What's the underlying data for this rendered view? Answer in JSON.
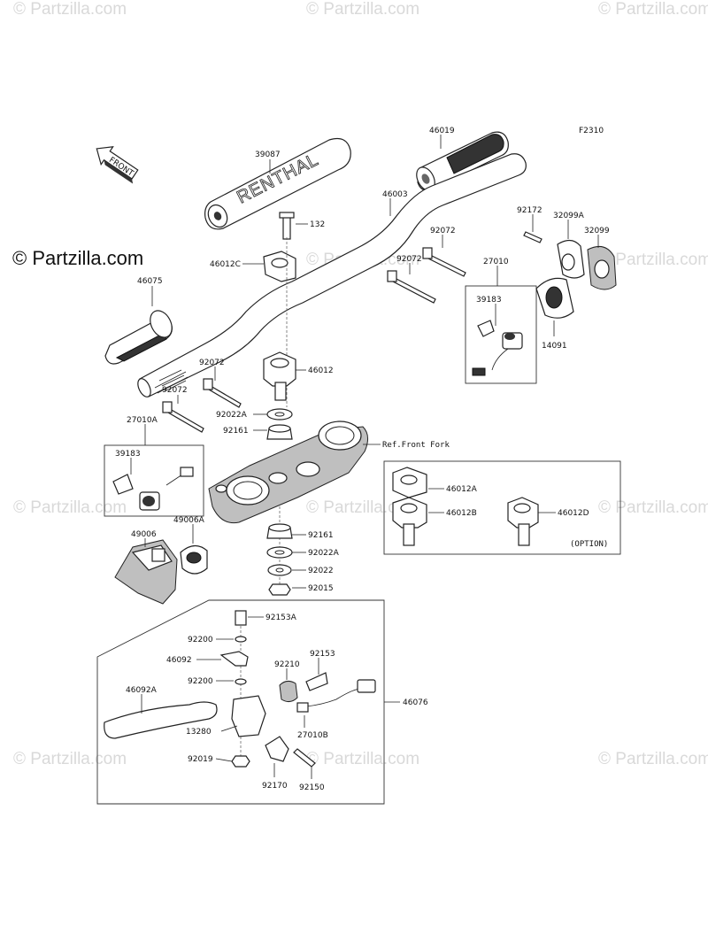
{
  "brand": {
    "logo_text": "© Partzilla.com",
    "watermark_text": "© Partzilla.com"
  },
  "diagram": {
    "code": "F2310",
    "front_arrow_label": "FRONT",
    "grip_brand": "RENTHAL",
    "ref_label": "Ref.Front Fork",
    "option_label": "(OPTION)"
  },
  "parts": {
    "p39087": "39087",
    "p46019": "46019",
    "p46003": "46003",
    "p132": "132",
    "p46012C": "46012C",
    "p46075": "46075",
    "p92072_a": "92072",
    "p92072_b": "92072",
    "p92072_c": "92072",
    "p92072_d": "92072",
    "p92172": "92172",
    "p32099A": "32099A",
    "p32099": "32099",
    "p27010": "27010",
    "p39183_a": "39183",
    "p14091": "14091",
    "p46012": "46012",
    "p92022A_top": "92022A",
    "p92161_top": "92161",
    "p27010A": "27010A",
    "p39183_b": "39183",
    "p46012A": "46012A",
    "p46012B": "46012B",
    "p46012D": "46012D",
    "p49006": "49006",
    "p49006A": "49006A",
    "p92161_bot": "92161",
    "p92022A_bot": "92022A",
    "p92022": "92022",
    "p92015": "92015",
    "p92153A": "92153A",
    "p92200_a": "92200",
    "p46092": "46092",
    "p92210": "92210",
    "p92153": "92153",
    "p92200_b": "92200",
    "p46092A": "46092A",
    "p46076": "46076",
    "p13280": "13280",
    "p27010B": "27010B",
    "p92019": "92019",
    "p92170": "92170",
    "p92150": "92150"
  }
}
